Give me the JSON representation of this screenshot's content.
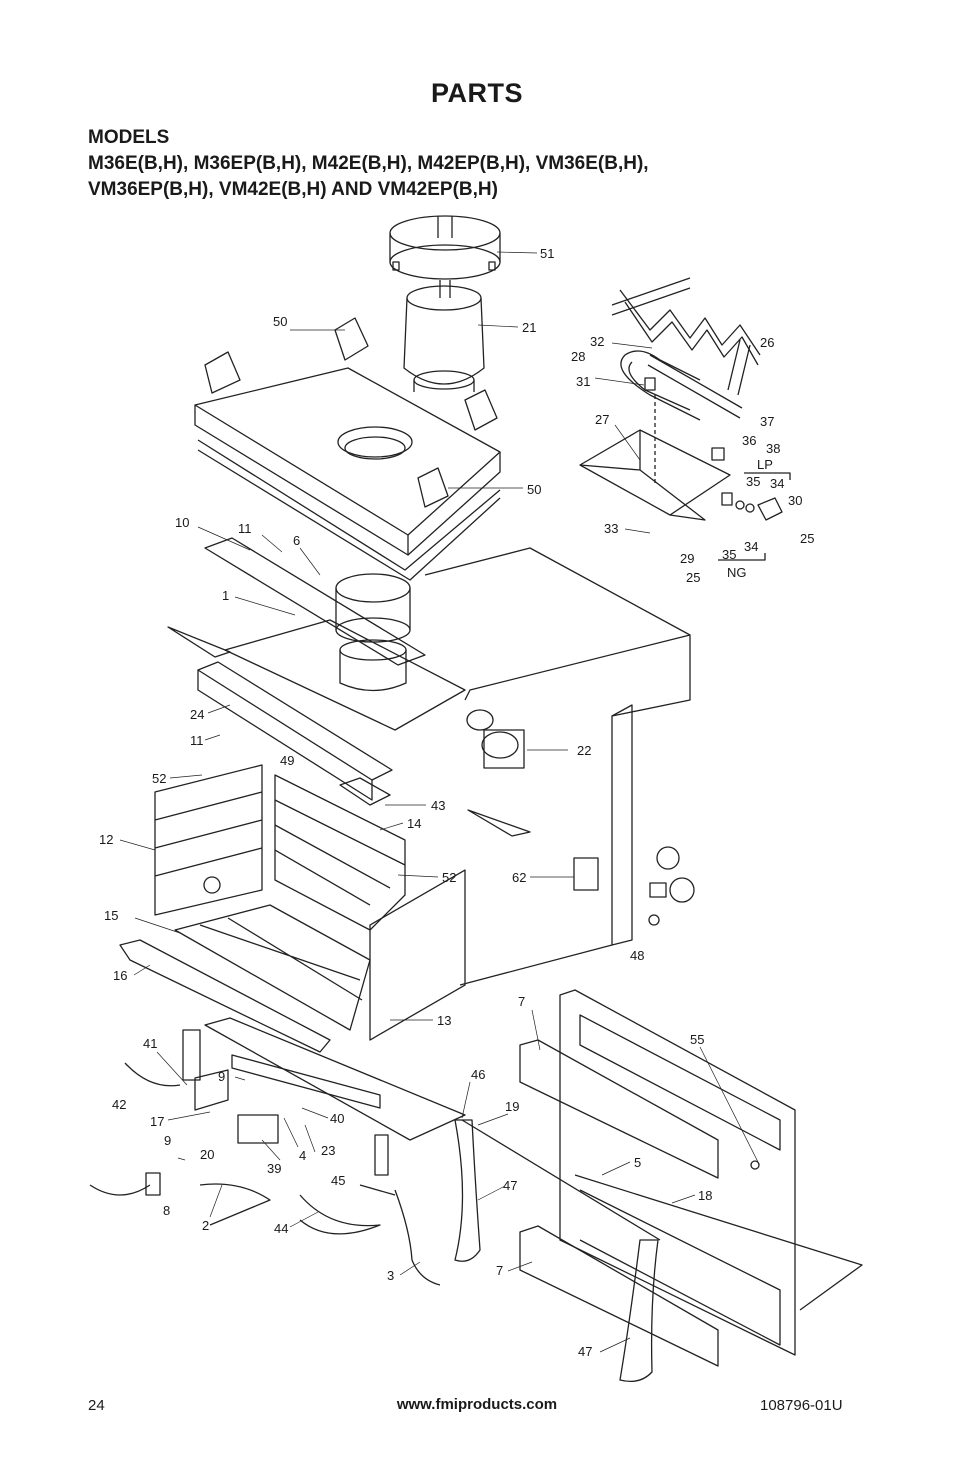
{
  "page_title": "PARTS",
  "models_heading": [
    "MODELS",
    "M36E(B,H), M36EP(B,H), M42E(B,H), M42EP(B,H), VM36E(B,H),",
    "VM36EP(B,H), VM42E(B,H) AND VM42EP(B,H)"
  ],
  "callouts": [
    "51",
    "21",
    "50",
    "50",
    "26",
    "32",
    "28",
    "31",
    "27",
    "37",
    "36",
    "38",
    "LP",
    "35",
    "34",
    "30",
    "33",
    "25",
    "29",
    "35",
    "34",
    "25",
    "NG",
    "10",
    "11",
    "6",
    "1",
    "24",
    "11",
    "49",
    "22",
    "52",
    "43",
    "14",
    "12",
    "52",
    "62",
    "48",
    "15",
    "16",
    "13",
    "7",
    "55",
    "41",
    "46",
    "19",
    "9",
    "42",
    "40",
    "17",
    "39",
    "23",
    "4",
    "9",
    "20",
    "5",
    "8",
    "45",
    "47",
    "18",
    "2",
    "44",
    "3",
    "7",
    "47"
  ],
  "footer": {
    "page_number": "24",
    "website": "www.fmiproducts.com",
    "doc_number": "108796-01U"
  }
}
